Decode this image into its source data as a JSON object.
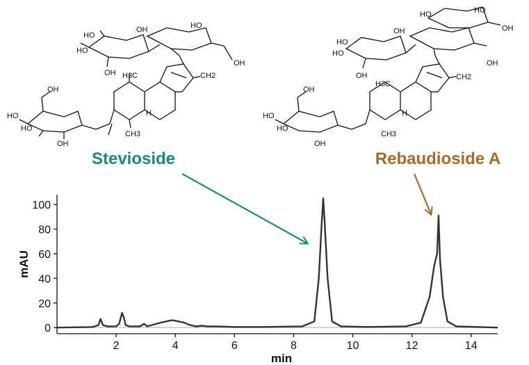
{
  "chart_data": {
    "type": "line",
    "xlabel": "min",
    "ylabel": "mAU",
    "xlim": [
      0,
      14.9
    ],
    "ylim": [
      -5,
      108
    ],
    "x_ticks": [
      "2",
      "4",
      "6",
      "8",
      "10",
      "12",
      "14"
    ],
    "y_ticks": [
      "0",
      "20",
      "40",
      "60",
      "80",
      "100"
    ],
    "grid": false,
    "series": [
      {
        "color": "#333333",
        "x": [
          0.0,
          1.2,
          1.4,
          1.47,
          1.55,
          1.7,
          2.0,
          2.1,
          2.2,
          2.26,
          2.32,
          2.45,
          2.8,
          2.95,
          3.05,
          3.2,
          3.5,
          3.7,
          3.9,
          4.1,
          4.3,
          4.5,
          4.7,
          4.9,
          5.1,
          5.4,
          6.0,
          7.0,
          8.3,
          8.7,
          8.85,
          8.95,
          9.0,
          9.05,
          9.15,
          9.3,
          9.6,
          10.5,
          11.8,
          12.3,
          12.6,
          12.75,
          12.85,
          12.9,
          12.95,
          13.05,
          13.2,
          13.5,
          14.9
        ],
        "y": [
          0,
          0.5,
          2,
          7,
          2,
          1,
          1,
          3,
          12,
          8,
          2,
          1,
          1,
          3,
          1,
          2,
          4,
          5,
          6,
          5,
          4,
          2,
          1,
          1.5,
          1,
          1,
          0.5,
          0.5,
          1,
          5,
          40,
          85,
          105,
          85,
          40,
          5,
          1,
          0.5,
          1,
          4,
          25,
          50,
          60,
          91,
          55,
          25,
          5,
          1,
          0
        ]
      }
    ]
  },
  "labels": {
    "stevioside": "Stevioside",
    "rebaudioside": "Rebaudioside A"
  },
  "colors": {
    "stevioside": "#1a8a7a",
    "rebaudioside": "#a86a28",
    "trace": "#333333"
  },
  "structure_labels": {
    "ho": "HO",
    "oh": "OH",
    "h3c": "H3C",
    "ch3": "CH3",
    "ch2": "CH2",
    "h": "H"
  }
}
